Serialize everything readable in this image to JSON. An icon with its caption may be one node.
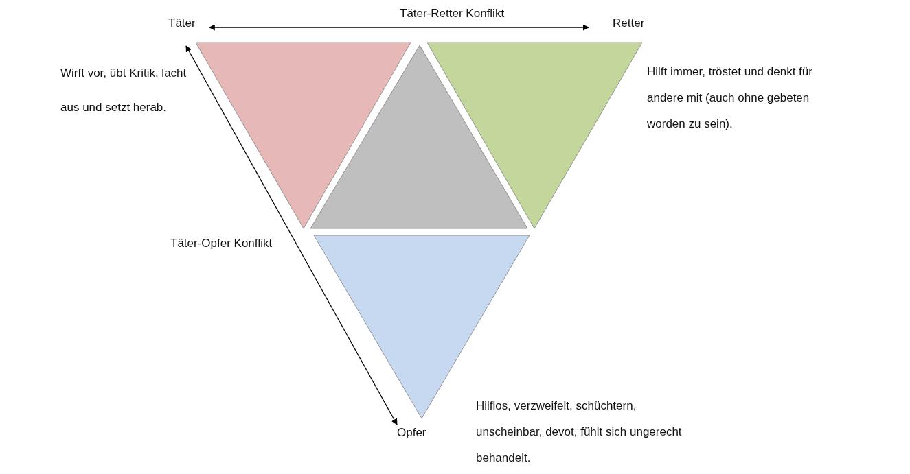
{
  "diagram": {
    "nodes": [
      {
        "text": [
          "Täter"
        ],
        "beside": [
          "Wirft vor, übt Kritik, lacht aus und setzt herab."
        ]
      },
      {
        "text": [],
        "shape": "triangle"
      },
      {
        "text": [
          "Retter"
        ],
        "beside": [
          "Hilft immer, tröstet und denkt für andere mit (auch ohne gebeten worden zu sein)."
        ]
      },
      {
        "text": [
          "Opfer"
        ],
        "beside": [
          "Hilflos, verzweifelt, schüchtern, unscheinbar, devot, fühlt sich ungerecht behandelt."
        ]
      }
    ],
    "edges": [
      {
        "from": 0,
        "to": 2,
        "arrow": "both",
        "label": "Täter-Retter Konflikt"
      },
      {
        "from": 0,
        "to": 3,
        "arrow": "both",
        "label": "Täter-Opfer Konflikt"
      }
    ]
  }
}
